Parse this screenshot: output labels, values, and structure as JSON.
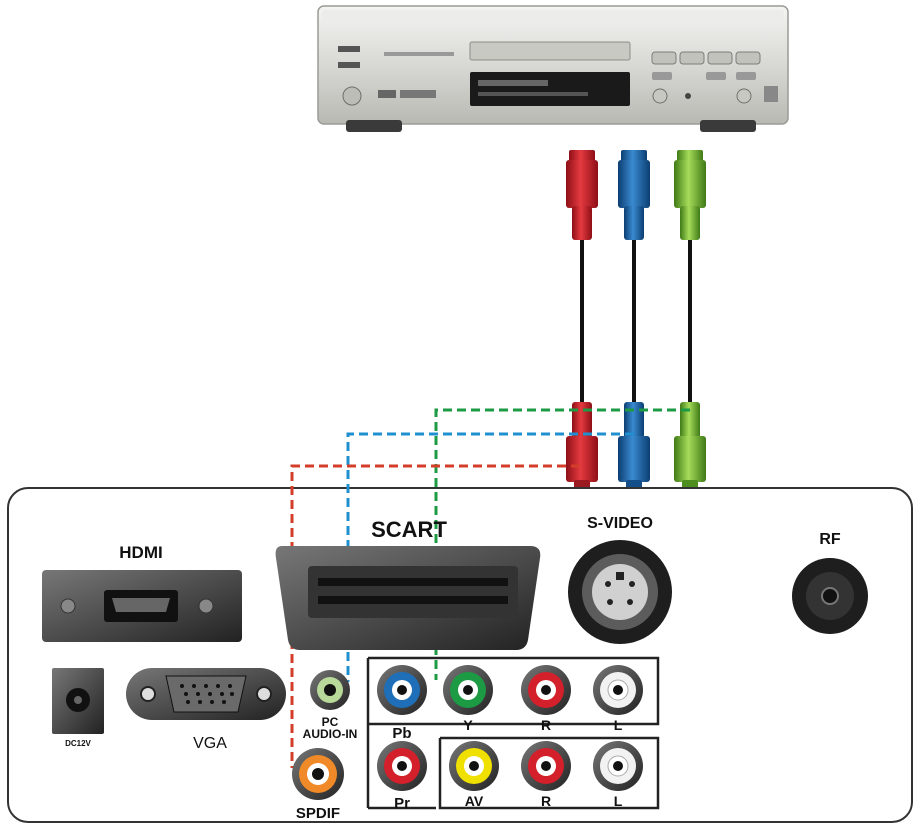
{
  "labels": {
    "hdmi": "HDMI",
    "scart": "SCART",
    "svideo": "S-VIDEO",
    "rf": "RF",
    "dc12v": "DC12V",
    "vga": "VGA",
    "pc_audio_line1": "PC",
    "pc_audio_line2": "AUDIO-IN",
    "pb": "Pb",
    "pr": "Pr",
    "spdif": "SPDIF",
    "y": "Y",
    "r_top": "R",
    "l_top": "L",
    "av": "AV",
    "r_bottom": "R",
    "l_bottom": "L"
  },
  "colors": {
    "red": "#d3202a",
    "blue": "#1f6fb8",
    "green": "#7cc242",
    "green_dark": "#1d9a44",
    "yellow": "#f0e000",
    "orange": "#f08a28",
    "panel_border": "#333333"
  },
  "icons": {
    "dvd_player": "dvd-player-icon"
  }
}
